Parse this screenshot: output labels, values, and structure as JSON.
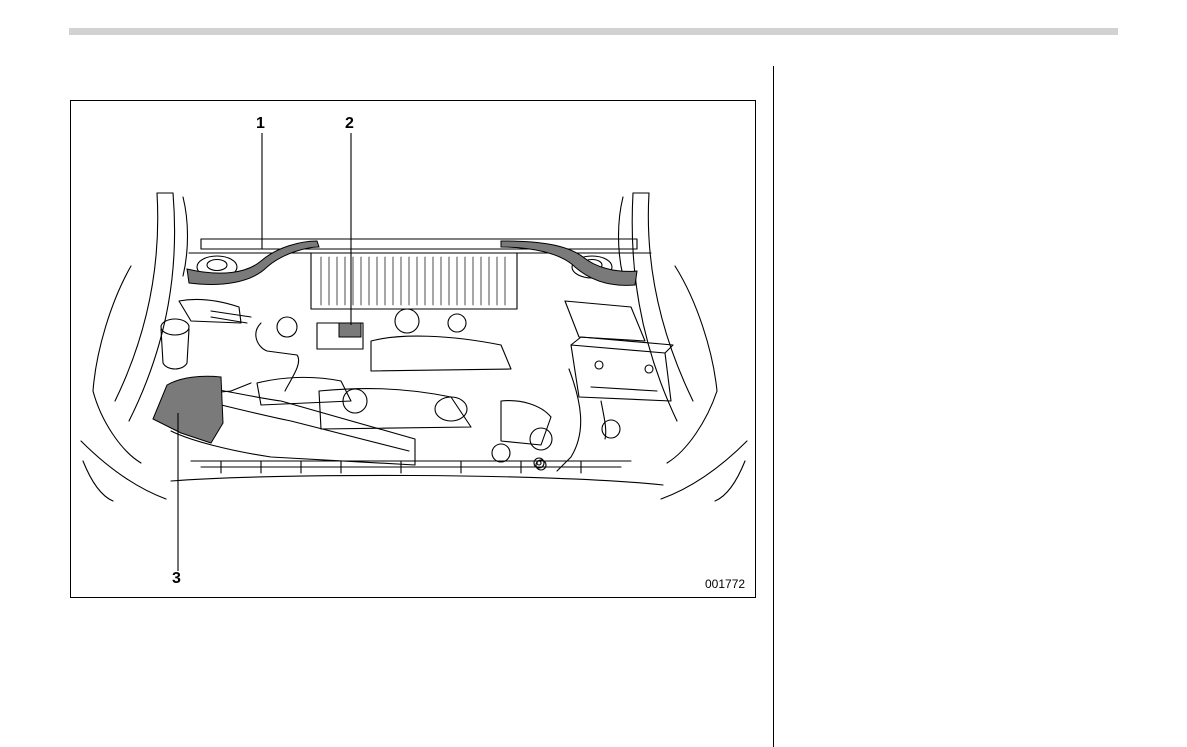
{
  "figure": {
    "callouts": {
      "one": "1",
      "two": "2",
      "three": "3"
    },
    "figure_id": "001772"
  },
  "colors": {
    "rule": "#d2d2d2",
    "line": "#000000",
    "highlight": "#7a7a7a"
  }
}
